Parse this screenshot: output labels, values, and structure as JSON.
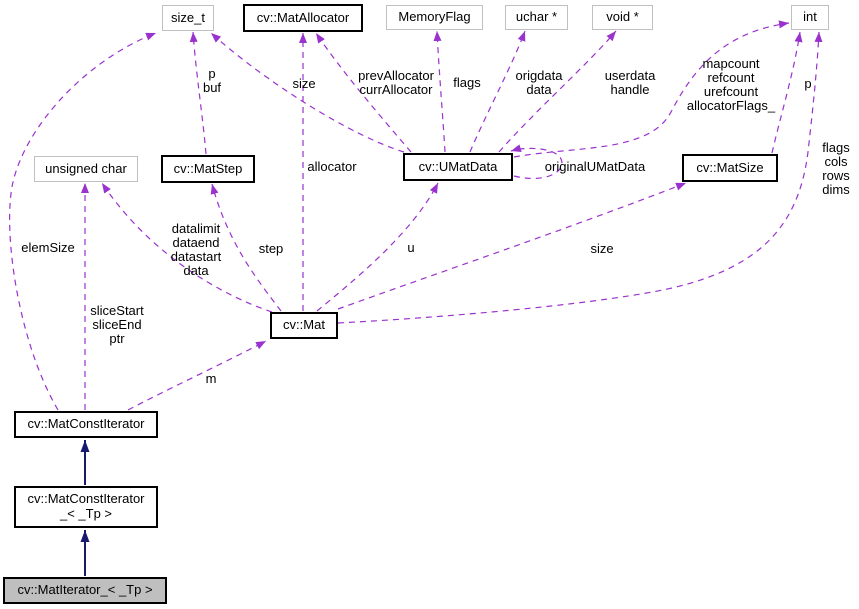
{
  "diagram": {
    "type": "doxygen-collaboration-graph",
    "main_class": "cv::MatIterator_< _Tp >"
  },
  "colors": {
    "edge": "#9a32cd",
    "inheritance": "#191970",
    "node_border": "#000000",
    "plain_type_border": "#c0c0c0",
    "main_node_fill": "#bfbfbf",
    "background": "#ffffff"
  },
  "nodes": {
    "size_t": {
      "label": "size_t"
    },
    "mat_allocator": {
      "label": "cv::MatAllocator"
    },
    "memory_flag": {
      "label": "MemoryFlag"
    },
    "uchar_ptr": {
      "label": "uchar *"
    },
    "void_ptr": {
      "label": "void *"
    },
    "int": {
      "label": "int"
    },
    "unsigned_char": {
      "label": "unsigned char"
    },
    "mat_step": {
      "label": "cv::MatStep"
    },
    "umat_data": {
      "label": "cv::UMatData"
    },
    "mat_size": {
      "label": "cv::MatSize"
    },
    "mat": {
      "label": "cv::Mat"
    },
    "mat_const_iterator": {
      "label": "cv::MatConstIterator"
    },
    "mat_const_iterator_tp": {
      "label": "cv::MatConstIterator\n_< _Tp >"
    },
    "mat_iterator_tp": {
      "label": "cv::MatIterator_< _Tp >"
    }
  },
  "edge_labels": {
    "p_buf": "p\nbuf",
    "size_umatdata": "size",
    "prev_curr_allocator": "prevAllocator\ncurrAllocator",
    "flags_umatdata": "flags",
    "origdata_data": "origdata\ndata",
    "userdata_handle": "userdata\nhandle",
    "mapcount_block": "mapcount\nrefcount\nurefcount\nallocatorFlags_",
    "p_matsize": "p",
    "flags_cols_rows_dims": "flags\ncols\nrows\ndims",
    "allocator": "allocator",
    "original_umat_data": "originalUMatData",
    "elem_size": "elemSize",
    "datalimit_block": "datalimit\ndataend\ndatastart\ndata",
    "step": "step",
    "u": "u",
    "size_mat": "size",
    "slice_block": "sliceStart\nsliceEnd\nptr",
    "m": "m"
  }
}
